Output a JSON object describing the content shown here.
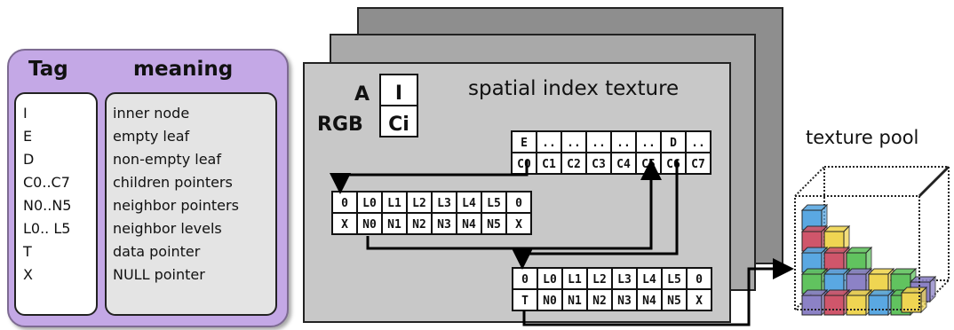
{
  "legend": {
    "tag_header": "Tag",
    "meaning_header": "meaning",
    "rows": [
      {
        "tag": "I",
        "meaning": "inner node"
      },
      {
        "tag": "E",
        "meaning": "empty leaf"
      },
      {
        "tag": "D",
        "meaning": "non-empty leaf"
      },
      {
        "tag": "C0..C7",
        "meaning": "children pointers"
      },
      {
        "tag": "N0..N5",
        "meaning": "neighbor pointers"
      },
      {
        "tag": "L0.. L5",
        "meaning": "neighbor levels"
      },
      {
        "tag": "T",
        "meaning": "data pointer"
      },
      {
        "tag": "X",
        "meaning": "NULL pointer"
      }
    ]
  },
  "texture_title": "spatial index texture",
  "channel_key": {
    "a_label": "A",
    "a_value": "I",
    "rgb_label": "RGB",
    "rgb_value": "Ci"
  },
  "inner_node": {
    "top": [
      "E",
      "..",
      "..",
      "..",
      "..",
      "..",
      "D",
      ".."
    ],
    "bottom": [
      "C0",
      "C1",
      "C2",
      "C3",
      "C4",
      "C5",
      "C6",
      "C7"
    ]
  },
  "neighbor_node_1": {
    "top": [
      "0",
      "L0",
      "L1",
      "L2",
      "L3",
      "L4",
      "L5",
      "0"
    ],
    "bottom": [
      "X",
      "N0",
      "N1",
      "N2",
      "N3",
      "N4",
      "N5",
      "X"
    ]
  },
  "neighbor_node_2": {
    "top": [
      "0",
      "L0",
      "L1",
      "L2",
      "L3",
      "L4",
      "L5",
      "0"
    ],
    "bottom": [
      "T",
      "N0",
      "N1",
      "N2",
      "N3",
      "N4",
      "N5",
      "X"
    ]
  },
  "pool_label": "texture pool",
  "colors": {
    "legend_fill": "#c4a8e6",
    "sheet_front": "#c8c8c8",
    "sheet_mid": "#a9a9a9",
    "sheet_back": "#8e8e8e",
    "cube_red": "#d0566b",
    "cube_yellow": "#efd552",
    "cube_green": "#61c35f",
    "cube_blue": "#5aa8e2",
    "cube_purple": "#8c82c6"
  }
}
